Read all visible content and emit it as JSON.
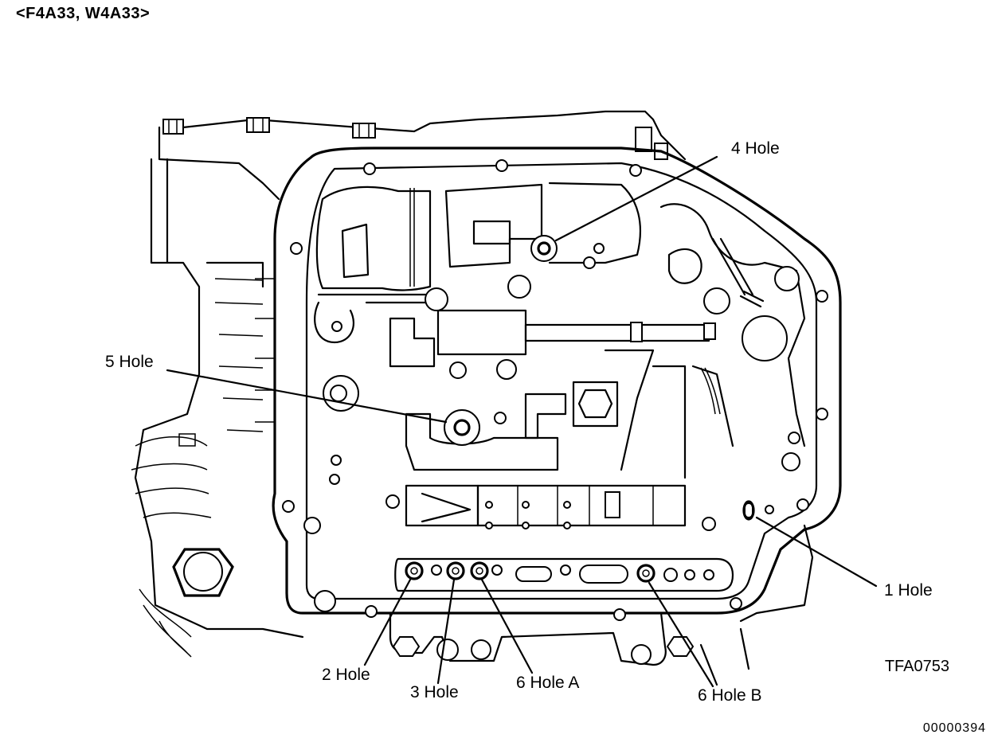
{
  "header": {
    "models": "<F4A33,  W4A33>"
  },
  "figure_id": "TFA0753",
  "document_id": "00000394",
  "callouts": {
    "hole_1": "1 Hole",
    "hole_2": "2 Hole",
    "hole_3": "3 Hole",
    "hole_4": "4 Hole",
    "hole_5": "5 Hole",
    "hole_6a": "6 Hole A",
    "hole_6b": "6 Hole B"
  }
}
